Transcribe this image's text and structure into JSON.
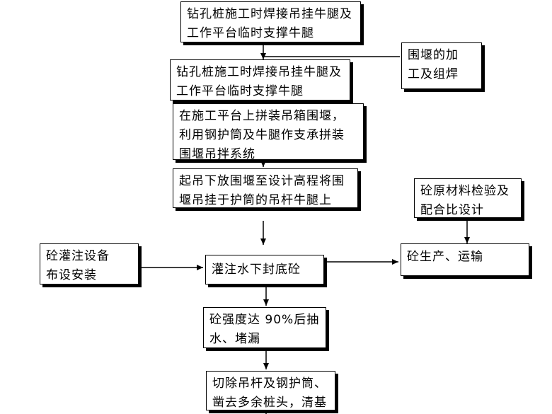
{
  "nodes": {
    "step1": [
      "钻孔桩施工时焊接吊挂牛腿及",
      "工作平台临时支撑牛腿"
    ],
    "step2": [
      "钻孔桩施工时焊接吊挂牛腿及",
      "工作平台临时支撑牛腿"
    ],
    "cofferdam_fab": [
      "围堰的加",
      "工及组焊"
    ],
    "step3": [
      "在施工平台上拼装吊箱围堰，",
      "利用钢护筒及牛腿作支承拼装",
      "围堰吊拌系统"
    ],
    "step4": [
      "起吊下放围堰至设计高程将围",
      "堰吊挂于护筒的吊杆牛腿上"
    ],
    "material_check": [
      "砼原材料检验及",
      "配合比设计"
    ],
    "pour_equipment": [
      "砼灌注设备",
      "布设安装"
    ],
    "step5": [
      "灌注水下封底砼"
    ],
    "concrete_production": [
      "砼生产、运输"
    ],
    "step6": [
      "砼强度达  90%后抽",
      "水、堵漏"
    ],
    "step7": [
      "切除吊杆及钢护筒、",
      "凿去多余桩头，清基"
    ]
  }
}
